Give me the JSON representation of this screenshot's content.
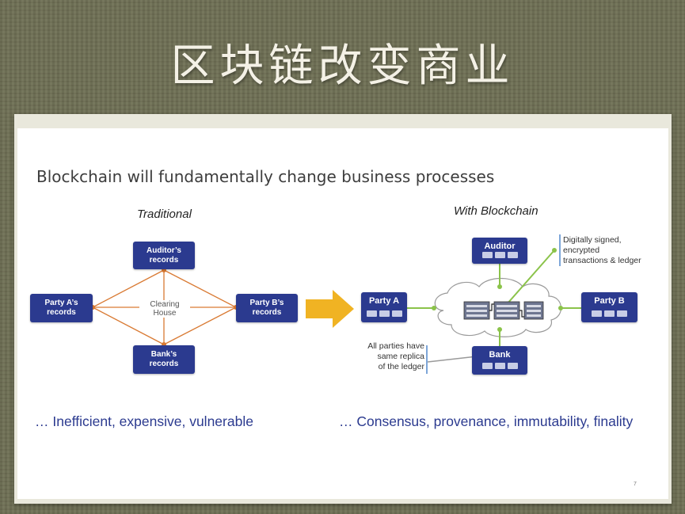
{
  "title": "区块链改变商业",
  "subtitle": "Blockchain will fundamentally change business processes",
  "traditional": {
    "heading": "Traditional",
    "auditor": [
      "Auditor’s",
      "records"
    ],
    "partyA": [
      "Party A’s",
      "records"
    ],
    "partyB": [
      "Party B’s",
      "records"
    ],
    "bank": [
      "Bank’s",
      "records"
    ],
    "center": [
      "Clearing",
      "House"
    ],
    "footer": "… Inefficient, expensive, vulnerable"
  },
  "blockchain": {
    "heading": "With Blockchain",
    "auditor": "Auditor",
    "partyA": "Party A",
    "partyB": "Party B",
    "bank": "Bank",
    "note_top": [
      "Digitally signed,",
      "encrypted",
      "transactions & ledger"
    ],
    "note_bottom": [
      "All parties have",
      "same replica",
      "of the ledger"
    ],
    "footer": "… Consensus, provenance, immutability, finality"
  },
  "page_number": "7",
  "colors": {
    "node": "#2b3a8f",
    "line": "#d97a33",
    "link": "#8bc34a",
    "arrow": "#f0b323"
  }
}
